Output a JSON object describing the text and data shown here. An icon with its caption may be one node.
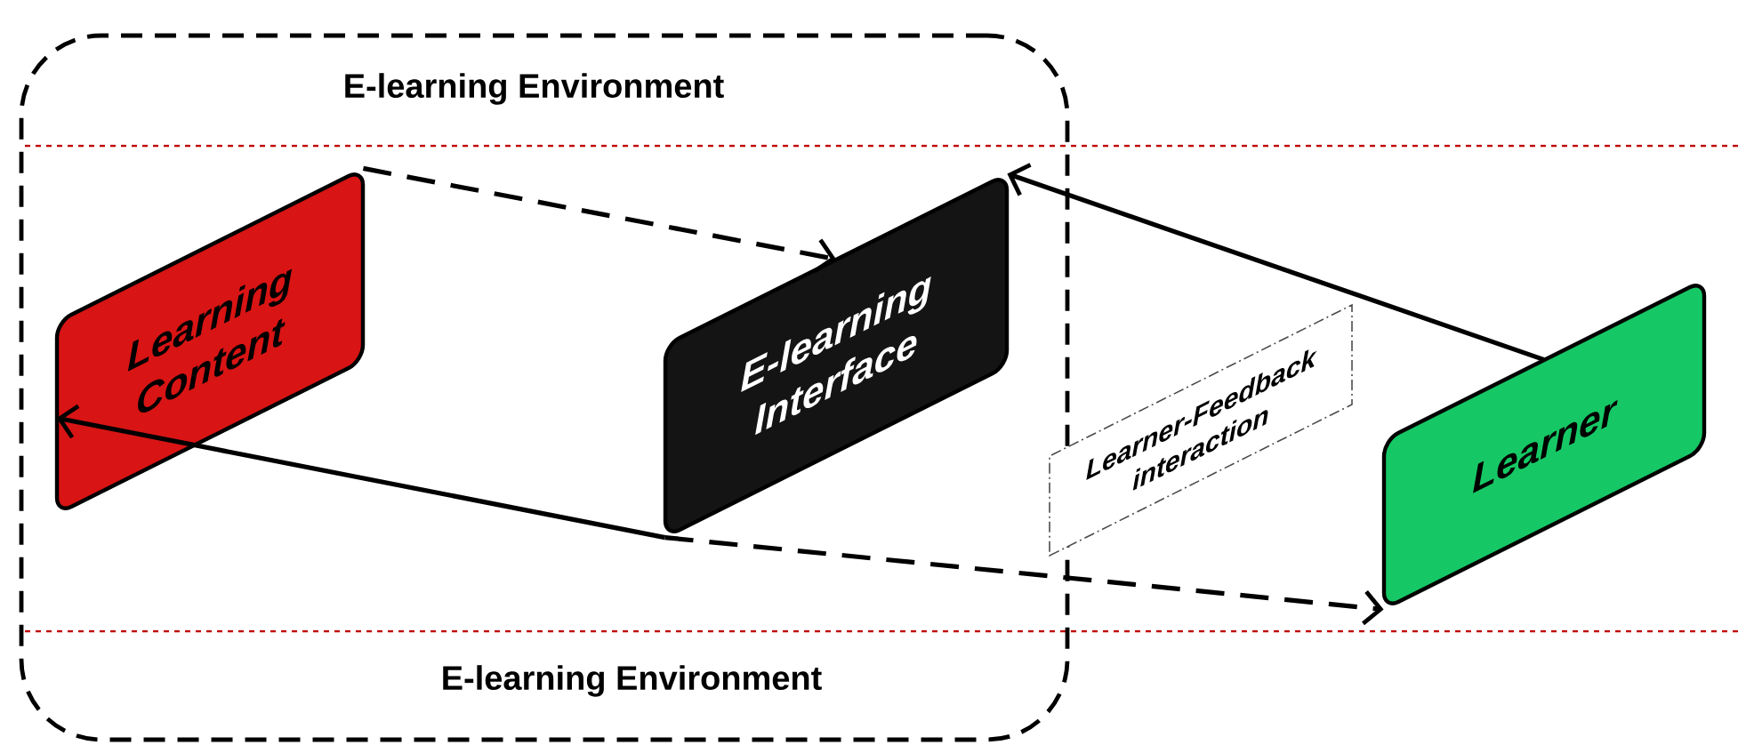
{
  "diagram": {
    "nodes": [
      {
        "text": [
          "E-learning Environment",
          "E-learning Environment"
        ]
      },
      {
        "text": [
          "Learning Content"
        ],
        "in": 0
      },
      {
        "text": [
          "E-learning Interface"
        ],
        "in": 0
      },
      {
        "text": [
          "Learner-Feedback interaction"
        ]
      },
      {
        "text": [
          "Learner"
        ]
      }
    ],
    "edges": [
      {
        "from": 1,
        "to": 2,
        "arrow": "to",
        "style": "dashed"
      },
      {
        "from": 2,
        "to": 1,
        "arrow": "to"
      },
      {
        "from": 4,
        "to": 2,
        "arrow": "to"
      },
      {
        "from": 2,
        "to": 4,
        "arrow": "to",
        "style": "dashed"
      }
    ]
  }
}
